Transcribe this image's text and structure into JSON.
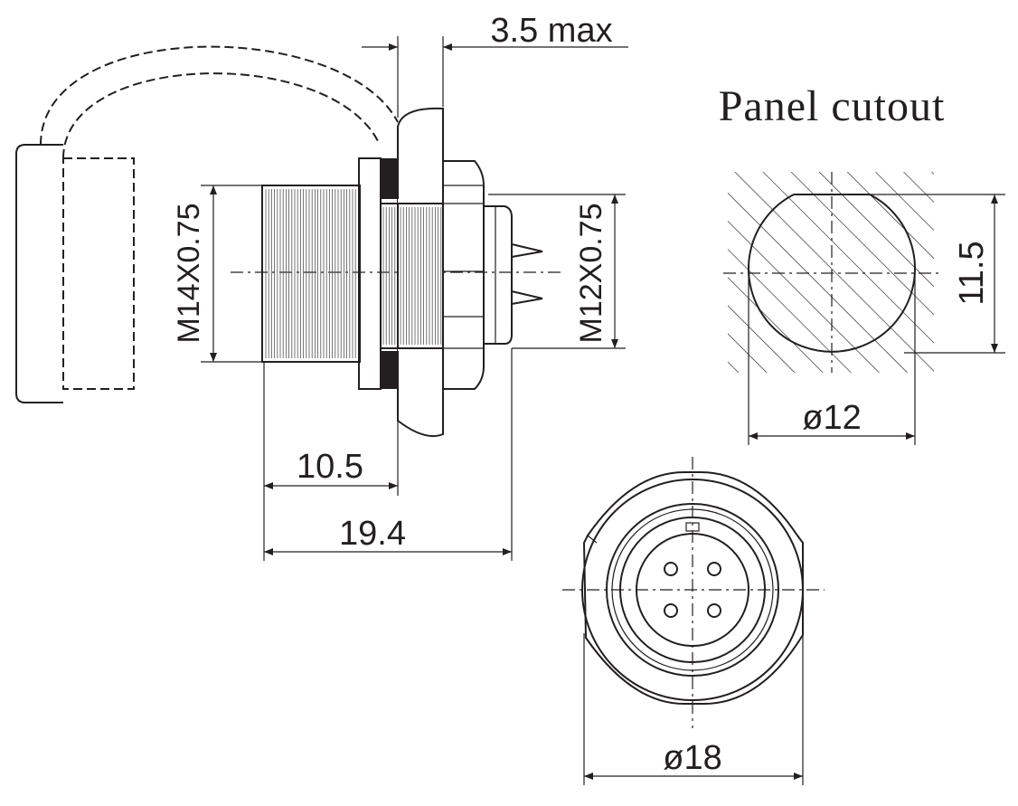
{
  "title": "Panel cutout",
  "dimensions": {
    "panel_thickness": "3.5 max",
    "front_thread": "M14X0.75",
    "rear_thread": "M12X0.75",
    "front_length": "10.5",
    "overall_length": "19.4",
    "cutout_flat": "11.5",
    "cutout_diameter": "ø12",
    "nut_diameter": "ø18"
  }
}
